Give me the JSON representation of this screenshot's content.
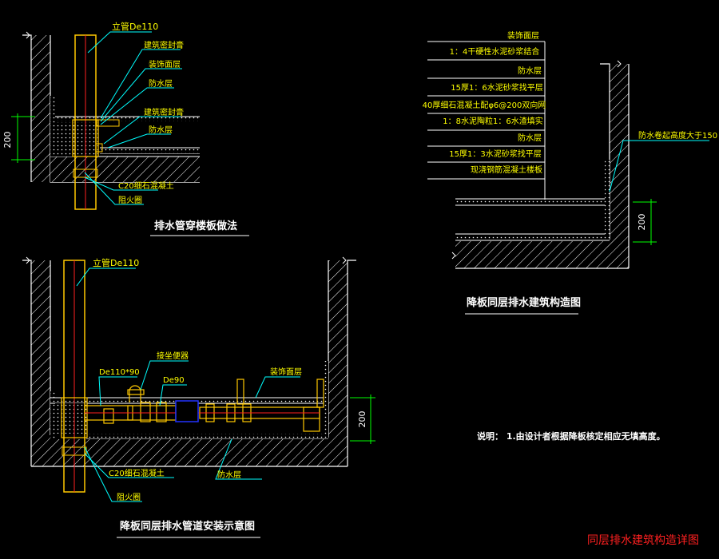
{
  "colors": {
    "background": "#000000",
    "structure": "#ffffff",
    "leader": "#00ffff",
    "label_text": "#ffff00",
    "pipe": "#ffc800",
    "pipe_center": "#ff2020",
    "dimension": "#00ff00",
    "footer_title": "#ff2020",
    "drain_box": "#2233ff"
  },
  "fig1": {
    "title": "排水管穿楼板做法",
    "pipe_label": "立管De110",
    "labels": [
      "建筑密封膏",
      "装饰面层",
      "防水层",
      "建筑密封膏",
      "防水层"
    ],
    "bottom_labels": [
      "C20细石混凝土",
      "阻火圈"
    ],
    "dimension": "200"
  },
  "fig2": {
    "title": "降板同层排水建筑构造图",
    "layers": [
      "装饰面层",
      "1：4干硬性水泥砂浆结合",
      "防水层",
      "15厚1：6水泥砂浆找平层",
      "40厚细石混凝土配φ6@200双向网",
      "1：8水泥陶粒1：6水渣填实",
      "防水层",
      "15厚1：3水泥砂浆找平层",
      "现浇钢筋混凝土楼板"
    ],
    "right_label": "防水卷起高度大于150",
    "dimension": "200"
  },
  "fig3": {
    "title": "降板同层排水管道安装示意图",
    "pipe_label": "立管De110",
    "labels": {
      "toilet": "接坐便器",
      "branch": "De110*90",
      "de90": "De90",
      "finish": "装饰面层",
      "concrete": "C20细石混凝土",
      "waterproof": "防水层",
      "fire_ring": "阻火圈"
    },
    "dimension": "200"
  },
  "note": "说明：  1.由设计者根据降板核定相应无填高度。",
  "footer_title": "同层排水建筑构造详图"
}
